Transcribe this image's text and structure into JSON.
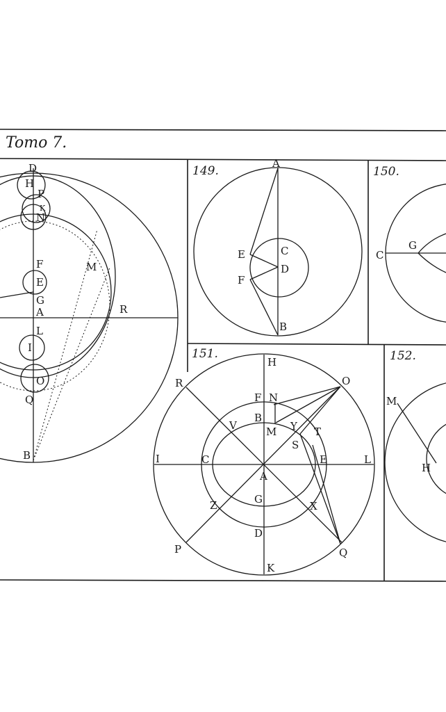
{
  "header": {
    "title": "Tomo 7."
  },
  "figures": {
    "fig_left": {
      "labels": [
        "D",
        "H",
        "P",
        "K",
        "N",
        "F",
        "E",
        "G",
        "A",
        "L",
        "I",
        "O",
        "Q",
        "B",
        "M",
        "R"
      ]
    },
    "fig149": {
      "number": "149.",
      "labels": [
        "A",
        "C",
        "E",
        "D",
        "F",
        "B"
      ]
    },
    "fig150": {
      "number": "150.",
      "labels": [
        "C",
        "G"
      ]
    },
    "fig151": {
      "number": "151.",
      "labels": [
        "H",
        "O",
        "R",
        "F",
        "N",
        "B",
        "V",
        "M",
        "Y",
        "T",
        "S",
        "I",
        "C",
        "E",
        "L",
        "A",
        "G",
        "Z",
        "X",
        "D",
        "P",
        "Q",
        "K"
      ]
    },
    "fig152": {
      "number": "152.",
      "labels": [
        "M",
        "H"
      ]
    }
  }
}
